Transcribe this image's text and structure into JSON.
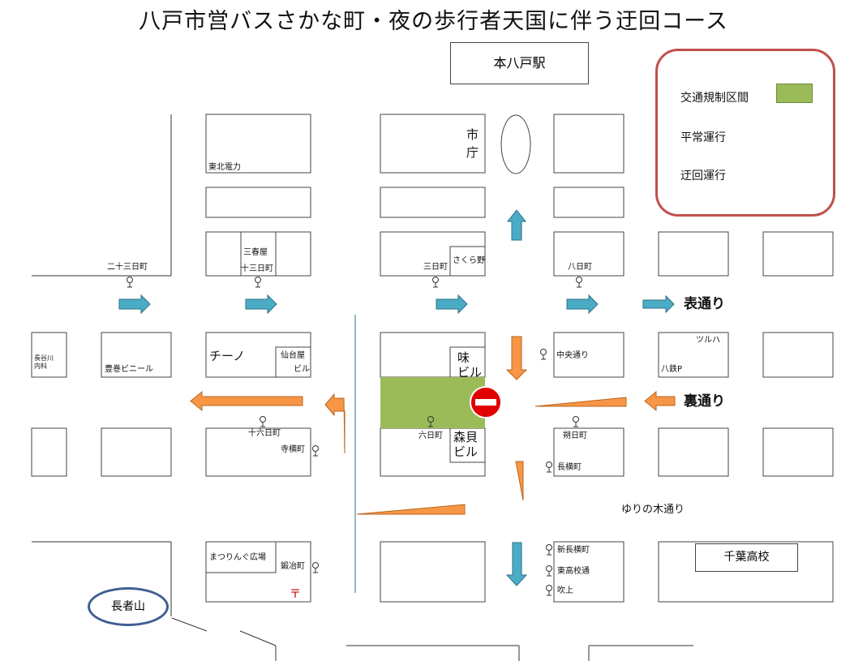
{
  "title": "八戸市営バスさかな町・夜の歩行者天国に伴う迂回コース",
  "legend": {
    "restricted_label": "交通規制区間",
    "normal_label": "平常運行",
    "detour_label": "迂回運行"
  },
  "colors": {
    "normal_arrow": "#4bacc6",
    "detour_arrow": "#f79646",
    "restricted_area": "#9bbb59",
    "legend_border": "#c0504d",
    "no_entry": "#e00000",
    "choja_ring": "#3f5f8f"
  },
  "landmarks": {
    "station": "本八戸駅",
    "city_hall_1": "市",
    "city_hall_2": "庁",
    "tohoku_electric": "東北電力",
    "sanshoya": "三春屋",
    "sakura_no": "さくら野",
    "chino": "チーノ",
    "sendaiya": "仙台屋",
    "sendaiya_bldg": "ビル",
    "aji_bldg": "味\nビル",
    "morisada_bldg": "森貝\nビル",
    "hasegawa_clinic": "長谷川\n内科",
    "hoshimaki_vinyl": "豊巻ビニール",
    "tsuruha": "ツルハ",
    "hachitetsu_p": "八鉄P",
    "matsuringu": "まつりんぐ広場",
    "chiba_school": "千葉高校",
    "chojasan": "長者山",
    "postal_mark": "〒"
  },
  "streets": {
    "omote": "表通り",
    "ura": "裏通り",
    "yurinoki": "ゆりの木通り"
  },
  "bus_stops": {
    "nijusannichi": "二十三日町",
    "jusannichi": "十三日町",
    "sannichi": "三日町",
    "yokamachi": "八日町",
    "chuo_dori": "中央通り",
    "jurokunichi": "十六日町",
    "teramachi": "寺横町",
    "muikamachi": "六日町",
    "tsuitachi": "朔日町",
    "nagayoko": "長横町",
    "shin_nagayoko": "新長横町",
    "tokokodori": "東高校通",
    "fukiage": "吹上",
    "kajimachi": "鍛冶町"
  }
}
